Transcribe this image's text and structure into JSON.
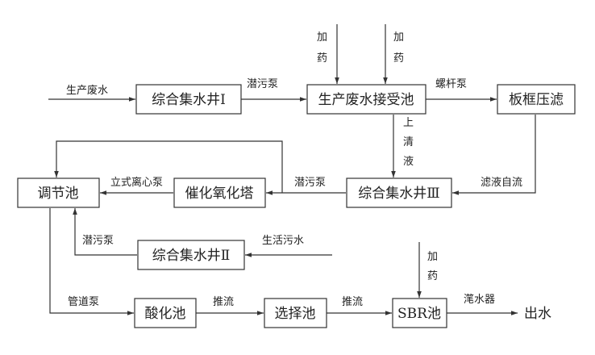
{
  "nodes": {
    "jishui1": "综合集水井Ⅰ",
    "jieshou": "生产废水接受池",
    "banku": "板框压滤",
    "tiaojie": "调节池",
    "cuihua": "催化氧化塔",
    "jishui3": "综合集水井Ⅲ",
    "jishui2": "综合集水井Ⅱ",
    "suanhua": "酸化池",
    "xuanze": "选择池",
    "sbr": "SBR池",
    "chushui": "出水"
  },
  "labels": {
    "shengchan_feishui": "生产废水",
    "qianwubeng_1": "潜污泵",
    "luoganbeng": "螺杆泵",
    "jiayao_1": "加药",
    "jiayao_2": "加药",
    "shangqingye": "上清液",
    "lvye_ziliu": "滤液自流",
    "qianwubeng_2": "潜污泵",
    "lishi_lixinbeng": "立式离心泵",
    "shenghuo_wushui": "生活污水",
    "qianwubeng_3": "潜污泵",
    "guandaobeng": "管道泵",
    "tuiliu_1": "推流",
    "tuiliu_2": "推流",
    "jiayao_3": "加药",
    "panshuiqi": "滗水器"
  }
}
